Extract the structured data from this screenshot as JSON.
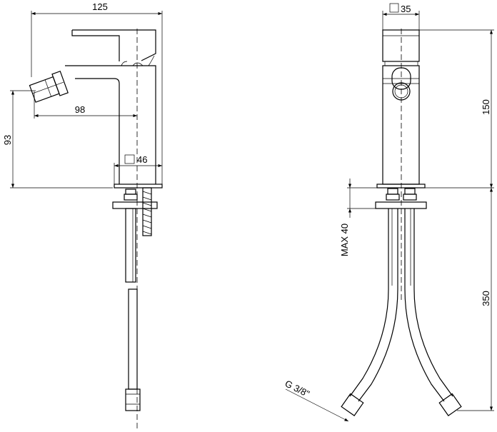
{
  "drawing": {
    "side_view": {
      "overall_width": "125",
      "spout_reach": "98",
      "spout_height": "93",
      "base_size": "46"
    },
    "front_view": {
      "body_size": "35",
      "overall_height": "150",
      "max_deck_thickness": "MAX 40",
      "hose_length": "350",
      "connection_thread": "G 3/8\""
    },
    "colors": {
      "line": "#000000",
      "background": "#ffffff"
    }
  }
}
